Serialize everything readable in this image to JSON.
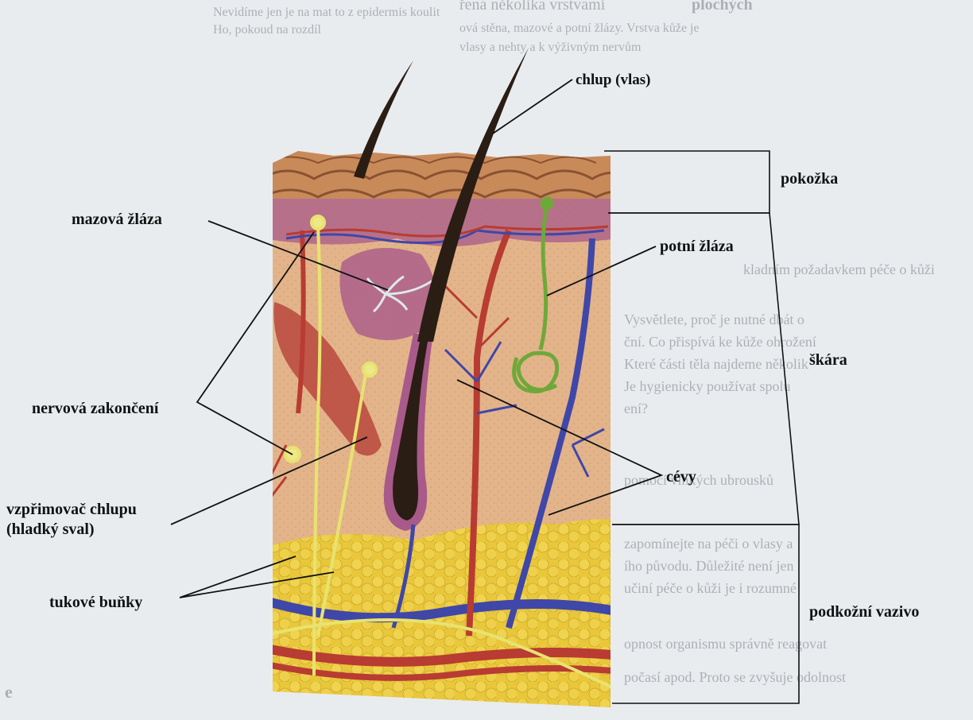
{
  "page": {
    "background_color": "#e9ecef",
    "skin_colors": {
      "epidermis": "#c98a5a",
      "dermis": "#e3b48a",
      "dermis_top": "#a85a8a",
      "fat": "#e9c73a",
      "artery": "#b83c32",
      "vein": "#3f47a8",
      "hair": "#2a1d14",
      "nerve": "#e8e370",
      "sweat_gland": "#6fa83a"
    }
  },
  "labels": {
    "hair": "chlup (vlas)",
    "epidermis": "pokožka",
    "sebaceous_gland": "mazová žláza",
    "sweat_gland": "potní žláza",
    "dermis": "škára",
    "nerve_endings": "nervová zakončení",
    "vessels": "cévy",
    "arrector_pili": "vzpřimovač chlupu",
    "arrector_pili_note": "(hladký sval)",
    "fat_cells": "tukové buňky",
    "subcutis": "podkožní vazivo"
  },
  "background_text": {
    "top_left": "Nevidíme jen je na mat to z epidermis koulit",
    "top_left2": "Ho, pokoud na rozdíl",
    "top_center_a": "řená několika vrstvami",
    "top_center_b": "plochých",
    "top_right_a": "ová stěna, mazové a potní žlázy. Vrstva kůže je",
    "top_right_b": "vlasy a nehty a k výživným nervům",
    "r1": "kladním požadavkem péče o kůži",
    "r2": "Vysvětlete, proč je nutné dbát o",
    "r3": "ční. Co přispívá ke kůže ohrožení",
    "r4": "Které části těla najdeme několik",
    "r5": "Je hygienicky používat spolu",
    "r6": "ení?",
    "r7": "pomocí vlhkých ubrousků",
    "r8": "zapomínejte na péči o vlasy a",
    "r9": "ího původu. Důležité není jen",
    "r10": "učiní péče o kůži je i rozumné",
    "r11": "opnost organismu správně reagovat",
    "r12": "počasí apod. Proto se zvyšuje odolnost",
    "bottom_left": "e"
  }
}
